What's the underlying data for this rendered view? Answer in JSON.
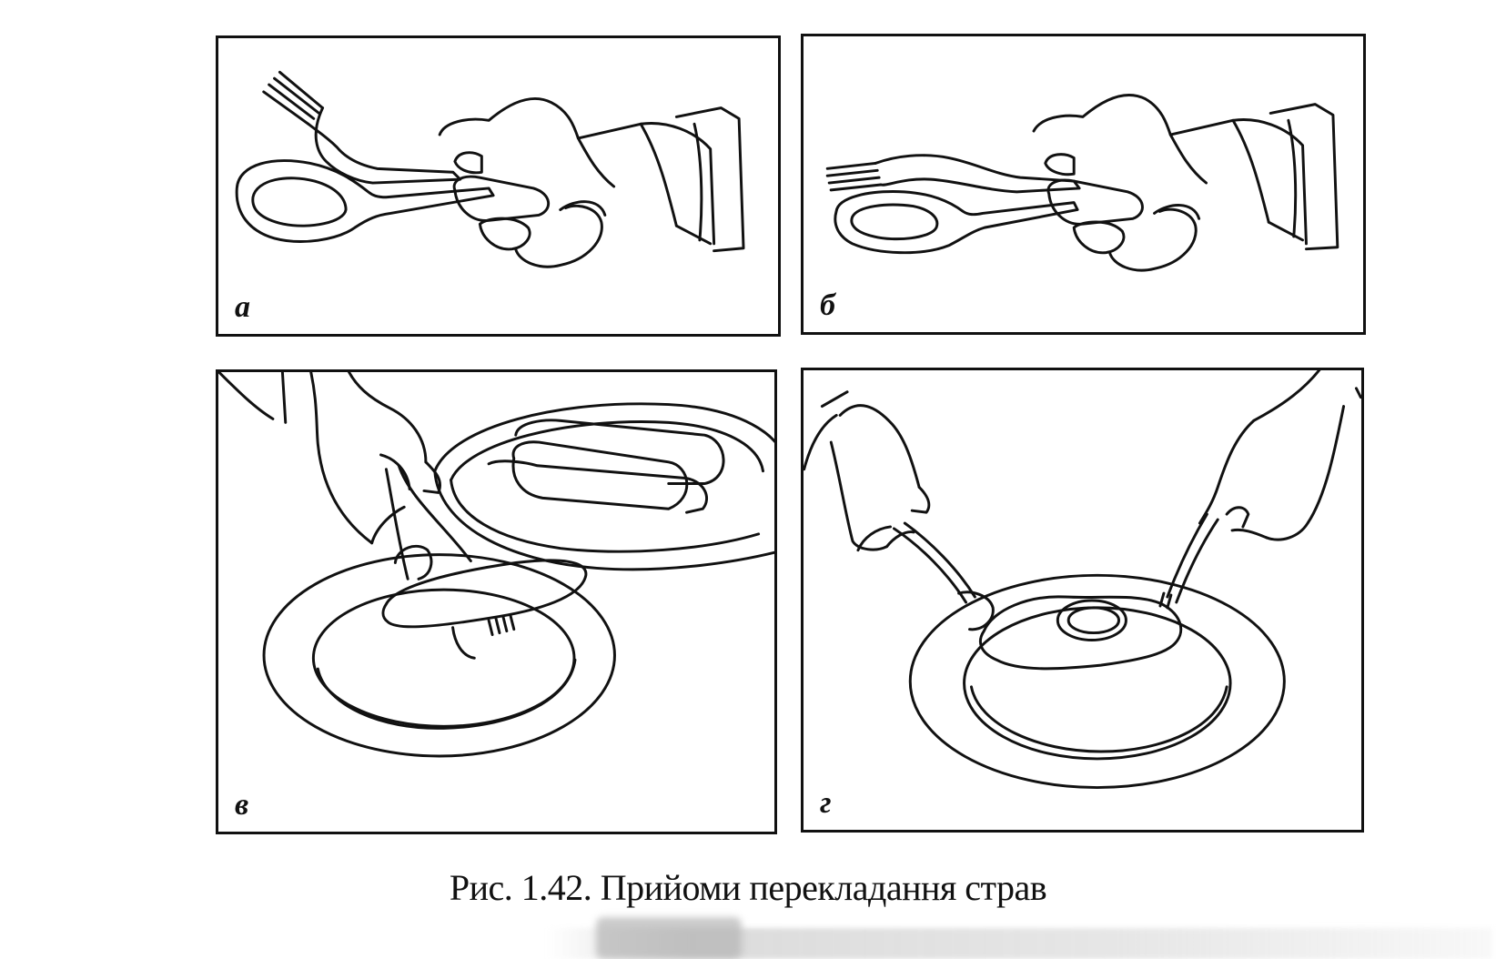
{
  "figure": {
    "panels": [
      {
        "id": "a",
        "label": "а"
      },
      {
        "id": "b",
        "label": "б"
      },
      {
        "id": "c",
        "label": "в"
      },
      {
        "id": "d",
        "label": "г"
      }
    ],
    "caption": "Рис. 1.42. Прийоми перекладання страв"
  },
  "icons": {
    "panel_a": [
      "hand-icon",
      "fork-icon",
      "spoon-icon"
    ],
    "panel_b": [
      "hand-icon",
      "fork-icon",
      "spoon-icon"
    ],
    "panel_c": [
      "hand-icon",
      "fork-icon",
      "spoon-icon",
      "plate-icon",
      "serving-dish-icon",
      "food-roll-icon"
    ],
    "panel_d": [
      "left-hand-icon",
      "right-hand-icon",
      "spoon-icon",
      "fork-icon",
      "plate-icon",
      "fried-egg-icon"
    ]
  },
  "colors": {
    "ink": "#111111",
    "paper": "#ffffff"
  }
}
